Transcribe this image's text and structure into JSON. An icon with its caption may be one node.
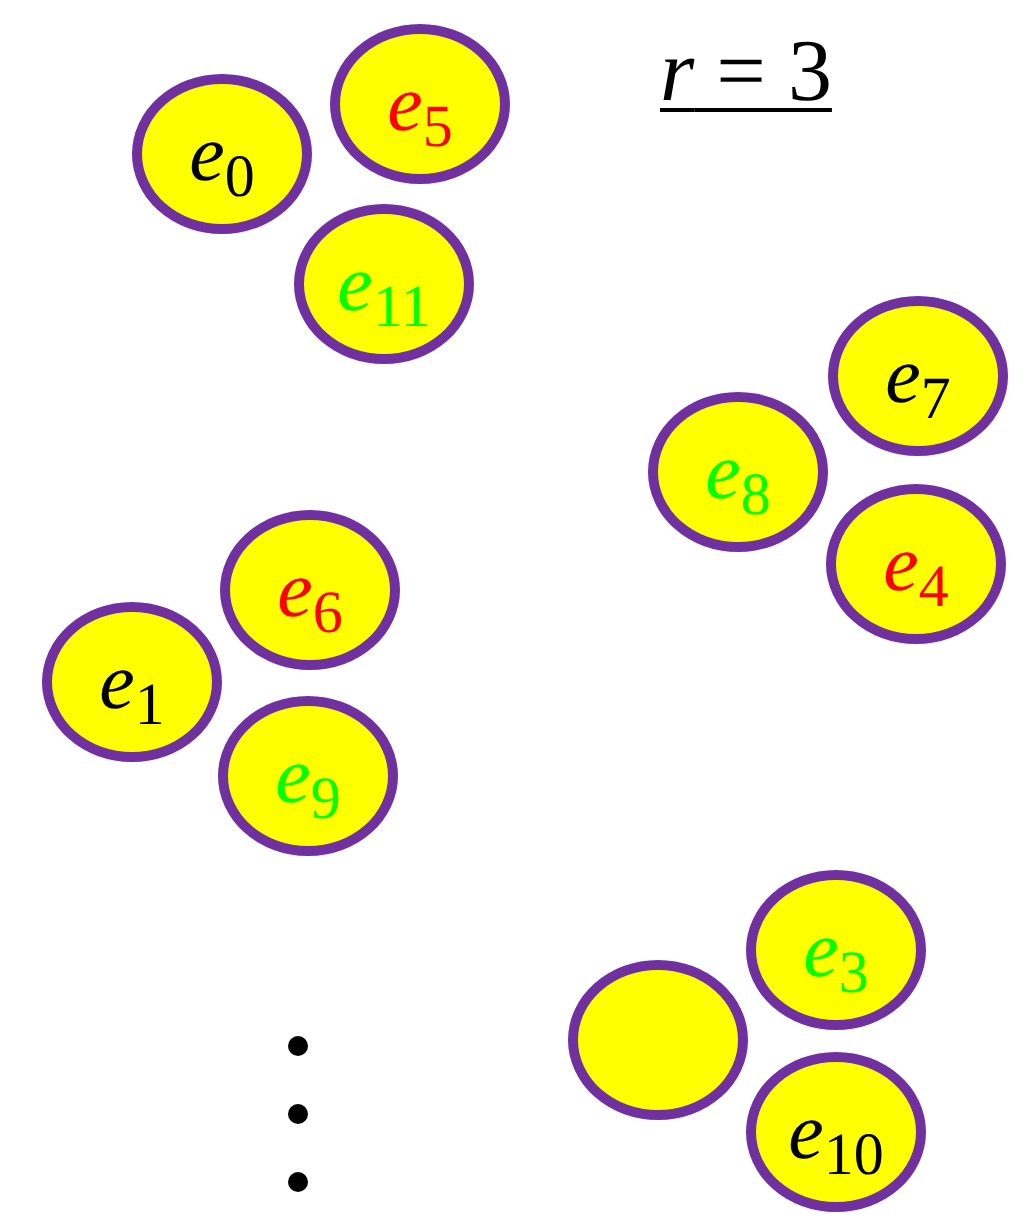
{
  "diagram": {
    "title": "*r* = 3",
    "nodes": [
      {
        "text": [
          "*e*$_{5}$"
        ]
      },
      {
        "text": [
          "*e*$_{0}$"
        ]
      },
      {
        "text": [
          "*e*$_{11}$"
        ]
      },
      {
        "text": [
          "*e*$_{7}$"
        ]
      },
      {
        "text": [
          "*e*$_{8}$"
        ]
      },
      {
        "text": [
          "*e*$_{4}$"
        ]
      },
      {
        "text": [
          "*e*$_{6}$"
        ]
      },
      {
        "text": [
          "*e*$_{1}$"
        ]
      },
      {
        "text": [
          "*e*$_{9}$"
        ]
      },
      {
        "text": [
          "*e*$_{3}$"
        ]
      },
      {
        "text": [],
        "shape": "circle"
      },
      {
        "text": [
          "*e*$_{10}$"
        ]
      }
    ]
  }
}
